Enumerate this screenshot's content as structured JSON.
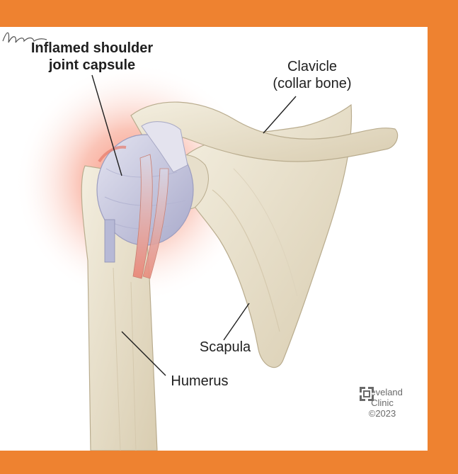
{
  "labels": {
    "capsule": {
      "line1": "Inflamed shoulder",
      "line2": "joint capsule"
    },
    "clavicle": {
      "line1": "Clavicle",
      "line2": "(collar bone)"
    },
    "scapula": "Scapula",
    "humerus": "Humerus"
  },
  "brand": {
    "name_line1": "Cleveland",
    "name_line2": "Clinic",
    "copyright": "©2023",
    "icon": "cleveland-clinic-logo-icon"
  },
  "colors": {
    "border": "#EE8230",
    "bone": "#EDE6D3",
    "bone_shadow": "#CFC3A6",
    "capsule": "#C9CBE0",
    "inflammation": "#F4735A",
    "tendon": "#E6A08E",
    "label_text": "#1f1f1f",
    "brand_text": "#6a6a6a"
  }
}
